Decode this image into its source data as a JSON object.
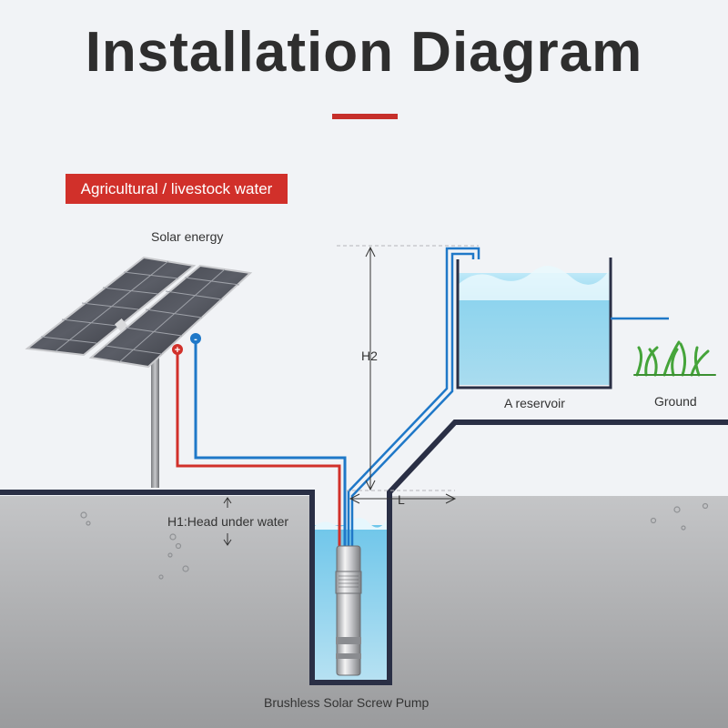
{
  "title": "Installation Diagram",
  "badge": "Agricultural / livestock water",
  "labels": {
    "solar_energy": "Solar energy",
    "h2": "H2",
    "reservoir": "A reservoir",
    "ground": "Ground",
    "l": "L",
    "h1": "H1:Head under water",
    "pump": "Brushless Solar Screw Pump",
    "positive": "+",
    "negative": "-"
  },
  "colors": {
    "accent_red": "#d1302a",
    "water_blue": "#1f78c8",
    "ground_outline": "#2a2f45",
    "water_light": "#7fcde8",
    "soil_gray": "#a8a9ab"
  }
}
